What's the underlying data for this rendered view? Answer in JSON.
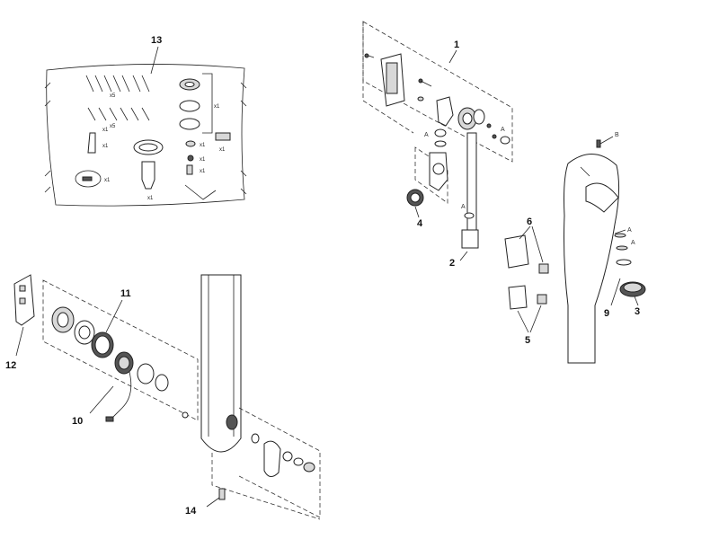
{
  "callouts": {
    "c1": "1",
    "c2": "2",
    "c3": "3",
    "c4": "4",
    "c5": "5",
    "c6": "6",
    "c9": "9",
    "c10": "10",
    "c11": "11",
    "c12": "12",
    "c13": "13",
    "c14": "14"
  },
  "sublabels": {
    "a": "A",
    "b": "B"
  },
  "kit_quantities": {
    "q1": "x5",
    "q2": "x5",
    "q3": "x1",
    "q4": "x1",
    "q5": "x1",
    "q6": "x1",
    "q7": "x1",
    "q8": "x1",
    "q9": "x1",
    "q10": "x1",
    "q11": "x1"
  }
}
